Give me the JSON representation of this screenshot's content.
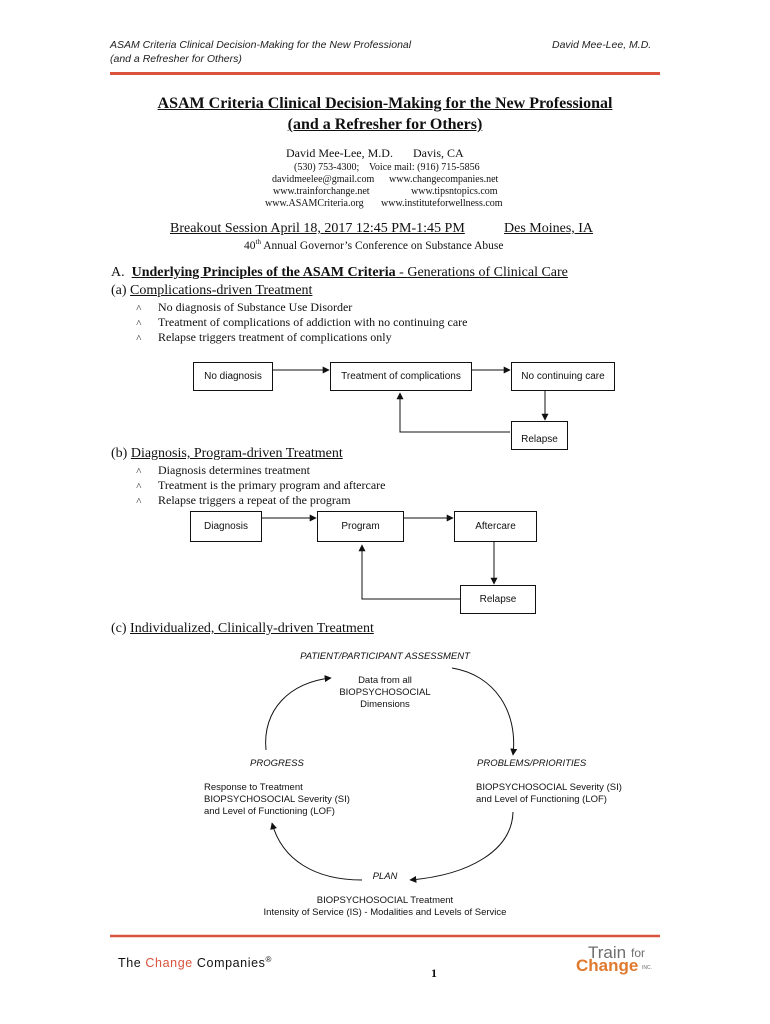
{
  "header": {
    "left_line1": "ASAM Criteria Clinical Decision-Making for the New Professional",
    "left_line2": "(and a Refresher for Others)",
    "right": "David Mee-Lee, M.D."
  },
  "title": {
    "line1": "ASAM Criteria Clinical Decision-Making for the New Professional",
    "line2": "(and a Refresher for Others)"
  },
  "author": {
    "name": "David Mee-Lee, M.D.",
    "location": "Davis, CA",
    "phone": "(530) 753-4300;",
    "voicemail": "Voice mail: (916) 715-5856",
    "email": "davidmeelee@gmail.com",
    "web1": "www.changecompanies.net",
    "web2": "www.trainforchange.net",
    "web3": "www.tipsntopics.com",
    "web4": "www.ASAMCriteria.org",
    "web5": "www.instituteforwellness.com"
  },
  "session": {
    "line": "Breakout Session April 18, 2017 12:45 PM-1:45 PM",
    "place": "Des Moines, IA",
    "conf_pre": "40",
    "conf_sup": "th",
    "conf_post": " Annual Governor’s Conference on Substance Abuse"
  },
  "section_a": {
    "prefix": "A.",
    "heading": "Underlying Principles of the ASAM Criteria",
    "dash": " - ",
    "sub": "Generations of Clinical Care"
  },
  "part_a": {
    "prefix": "(a)",
    "heading": "Complications-driven Treatment",
    "bullets": [
      "No diagnosis of Substance Use Disorder",
      "Treatment of complications of addiction with no continuing care",
      "Relapse triggers treatment of complications only"
    ],
    "boxes": [
      "No diagnosis",
      "Treatment of complications",
      "No continuing care",
      "Relapse"
    ]
  },
  "part_b": {
    "prefix": "(b)",
    "heading": "Diagnosis, Program-driven Treatment",
    "bullets": [
      "Diagnosis determines treatment",
      "Treatment is the primary program and aftercare",
      "Relapse triggers a repeat of the program"
    ],
    "boxes": [
      "Diagnosis",
      "Program",
      "Aftercare",
      "Relapse"
    ]
  },
  "part_c": {
    "prefix": "(c)",
    "heading": "Individualized, Clinically-driven Treatment",
    "assessment_label": "PATIENT/PARTICIPANT ASSESSMENT",
    "assessment_text": [
      "Data from all",
      "BIOPSYCHOSOCIAL",
      "Dimensions"
    ],
    "problems_label": "PROBLEMS/PRIORITIES",
    "problems_text": [
      "BIOPSYCHOSOCIAL Severity (SI)",
      "and Level of Functioning (LOF)"
    ],
    "progress_label": "PROGRESS",
    "progress_text": [
      "Response to Treatment",
      "BIOPSYCHOSOCIAL Severity (SI)",
      "and Level of Functioning (LOF)"
    ],
    "plan_label": "PLAN",
    "plan_text": [
      "BIOPSYCHOSOCIAL Treatment",
      "Intensity of Service (IS) - Modalities and Levels of Service"
    ]
  },
  "footer": {
    "brand_the": "The ",
    "brand_change": "Change",
    "brand_companies": " Companies",
    "brand_reg": "®",
    "page_number": "1",
    "logo_train": "Train",
    "logo_for": "for",
    "logo_change": "Change",
    "logo_inc": "INC."
  },
  "colors": {
    "accent": "#d9533d",
    "logo_orange": "#e07a2e",
    "logo_gray": "#6d6e70"
  },
  "icons": {
    "bullet": "caret-bullet-icon"
  }
}
